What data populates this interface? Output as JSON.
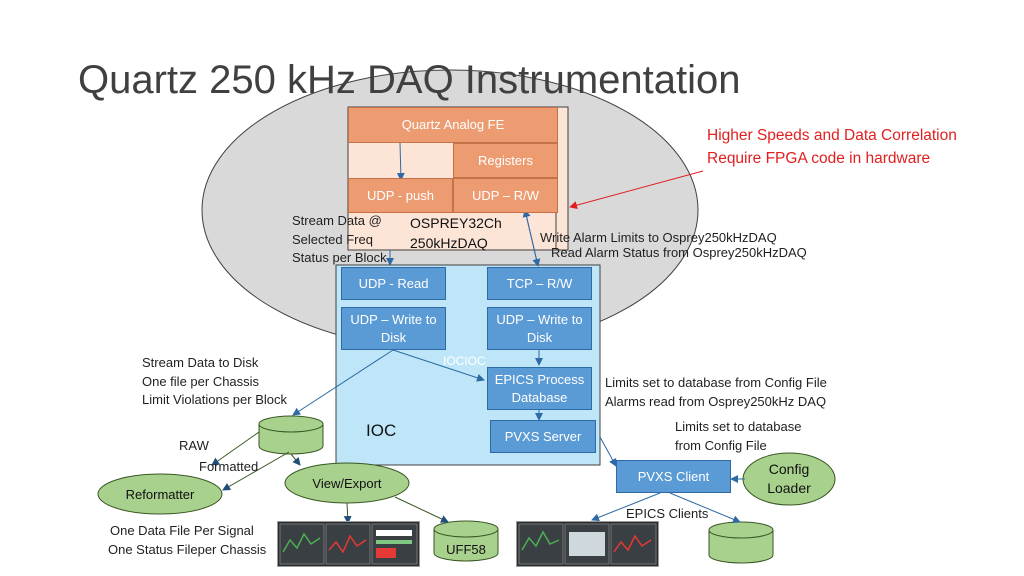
{
  "title": "Quartz 250 kHz DAQ Instrumentation",
  "annotation": {
    "line1": "Higher Speeds and Data Correlation",
    "line2": "Require FPGA code in hardware"
  },
  "fpga": {
    "analog_fe": "Quartz Analog FE",
    "registers": "Registers",
    "udp_push": "UDP - push",
    "udp_rw": "UDP – R/W",
    "device_line1": "OSPREY32Ch",
    "device_line2": "250kHzDAQ"
  },
  "stream_label": {
    "line1": "Stream Data @",
    "line2": "Selected Freq",
    "line3": "Status per Block"
  },
  "alarm_label": {
    "line1": "Write Alarm Limits to Osprey250kHzDAQ",
    "line2": "Read Alarm Status from Osprey250kHzDAQ"
  },
  "ioc": {
    "udp_read": "UDP - Read",
    "tcp_rw": "TCP – R/W",
    "udp_write_left_1": "UDP – Write to",
    "udp_write_left_2": "Disk",
    "udp_write_right_1": "UDP – Write to",
    "udp_write_right_2": "Disk",
    "watermark": "IOCIOC",
    "epics_1": "EPICS Process",
    "epics_2": "Database",
    "pvxs_server": "PVXS Server",
    "label": "IOC"
  },
  "disk_label": {
    "line1": "Stream Data to Disk",
    "line2": "One file per Chassis",
    "line3": "Limit Violations per Block"
  },
  "limits_label": {
    "line1": "Limits set to database from Config File",
    "line2": "Alarms read from Osprey250kHz DAQ"
  },
  "limits2_label": {
    "line1": "Limits set to database",
    "line2": "from Config File"
  },
  "raw": "RAW",
  "formatted": "Formatted",
  "reformatter": "Reformatter",
  "view_export": "View/Export",
  "uff58": "UFF58",
  "pvxs_client": "PVXS Client",
  "config_loader_1": "Config",
  "config_loader_2": "Loader",
  "epics_clients": "EPICS Clients",
  "bottom_label": {
    "line1": "One Data File Per Signal",
    "line2": "One Status Fileper Chassis"
  },
  "colors": {
    "orange": "#ED9C72",
    "blue": "#5B9BD5",
    "ioc_bg": "#BFE6F8",
    "green": "#A9D18E",
    "annotation": "#E02020",
    "ellipse": "#D9D9D9"
  }
}
